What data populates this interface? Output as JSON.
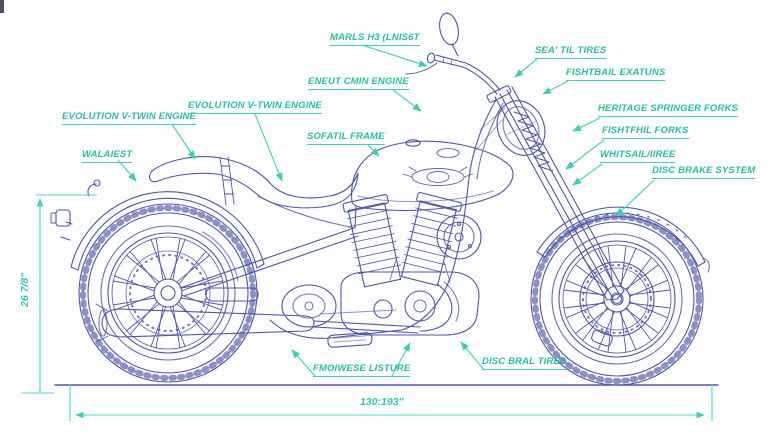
{
  "figure": {
    "type": "technical-blueprint-diagram",
    "subject": "cruiser motorcycle side view with annotated parts"
  },
  "colors": {
    "background": "#fdfdfe",
    "blueprint_line": "#4e57a6",
    "annotation_text": "#2bbc9f",
    "leader_line": "#4fd0ba",
    "dimension_line": "#4ed8c8"
  },
  "labels": [
    {
      "id": "evolution-engine-left",
      "text": "EVOLUTION V-TWIN ENGINE"
    },
    {
      "id": "walaiest",
      "text": "WALAIEST"
    },
    {
      "id": "evolution-engine-mid",
      "text": "EVOLUTION V-TWIN ENGINE"
    },
    {
      "id": "eneut-cmin-engine",
      "text": "ENEUT CMIN ENGINE"
    },
    {
      "id": "sofatil-frame",
      "text": "SOFATIL FRAME"
    },
    {
      "id": "marls-h3",
      "text": "MARLS H3 (LNIS6T"
    },
    {
      "id": "sea-til-tires",
      "text": "SEA' TIL TIRES"
    },
    {
      "id": "fishtbail-exatuns",
      "text": "FISHTBAIL EXATUNS"
    },
    {
      "id": "heritage-springer-forks",
      "text": "HERITAGE SPRINGER FORKS"
    },
    {
      "id": "fishtfhil-forks",
      "text": "FISHTFHIL FORKS"
    },
    {
      "id": "whitsail-tires",
      "text": "WHITSAIL/IIREE"
    },
    {
      "id": "disc-brake-system",
      "text": "DISC BRAKE SYSTEM"
    },
    {
      "id": "fmoiwese-listure",
      "text": "FMOIWESE LISTURE"
    },
    {
      "id": "disc-bral-tires",
      "text": "DISC BRAL TIRES"
    }
  ],
  "dimensions": {
    "seat_height": "26 7/8\"",
    "overall_length": "130:193\""
  }
}
